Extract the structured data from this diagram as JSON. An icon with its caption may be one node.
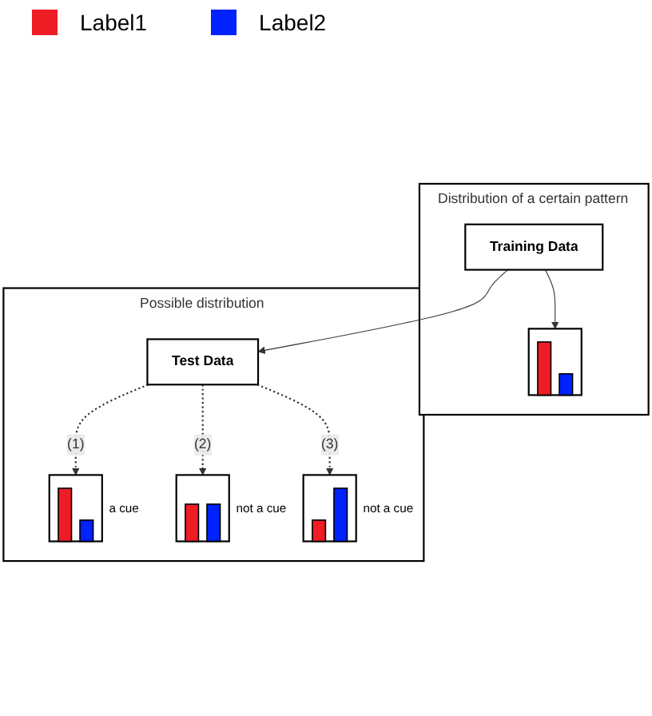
{
  "diagram": {
    "nodes": [
      {
        "text": [
          "Distribution of a certain pattern"
        ]
      },
      {
        "text": [
          "Training Data"
        ],
        "in": 0
      },
      {
        "text": [],
        "shape": "picture",
        "in": 0
      },
      {
        "text": [
          "Possible distribution"
        ]
      },
      {
        "text": [
          "Test Data"
        ],
        "in": 3
      },
      {
        "text": [],
        "shape": "picture",
        "in": 3,
        "beside": [
          "a cue"
        ]
      },
      {
        "text": [],
        "shape": "picture",
        "in": 3,
        "beside": [
          "not a cue"
        ]
      },
      {
        "text": [],
        "shape": "picture",
        "in": 3,
        "beside": [
          "not a cue"
        ]
      }
    ],
    "edges": [
      {
        "from": 1,
        "to": 2,
        "arrow": "to"
      },
      {
        "from": 1,
        "to": 4,
        "arrow": "to"
      },
      {
        "from": 4,
        "to": 5,
        "arrow": "to",
        "label": "(1)",
        "style": "dashed"
      },
      {
        "from": 4,
        "to": 6,
        "arrow": "to",
        "label": "(2)",
        "style": "dashed"
      },
      {
        "from": 4,
        "to": 7,
        "arrow": "to",
        "label": "(3)",
        "style": "dashed"
      }
    ],
    "legend": [
      {
        "text": "Label1",
        "color": "#ee1c25"
      },
      {
        "text": "Label2",
        "color": "#0022ff"
      }
    ]
  }
}
